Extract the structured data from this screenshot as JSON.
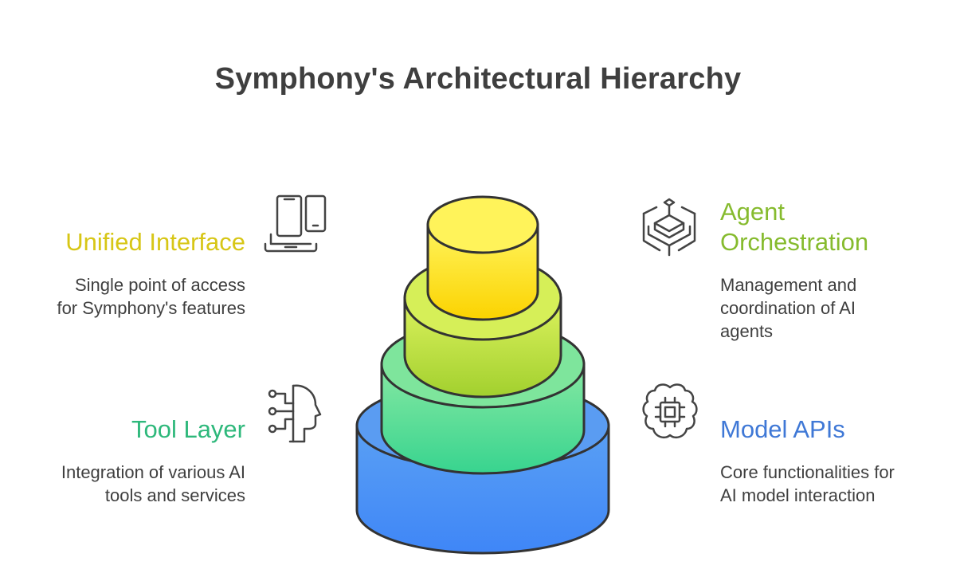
{
  "title": "Symphony's Architectural Hierarchy",
  "layers": [
    {
      "heading": "Unified Interface",
      "description_lines": [
        "Single point of access",
        "for Symphony's features"
      ],
      "color": "#d9c814",
      "icon": "devices-icon"
    },
    {
      "heading_lines": [
        "Agent",
        "Orchestration"
      ],
      "description_lines": [
        "Management and",
        "coordination of AI",
        "agents"
      ],
      "color": "#8bbf2c",
      "icon": "layers-network-icon"
    },
    {
      "heading": "Tool Layer",
      "description_lines": [
        "Integration of various AI",
        "tools and services"
      ],
      "color": "#2fb97a",
      "icon": "ai-head-icon"
    },
    {
      "heading": "Model APIs",
      "description_lines": [
        "Core functionalities for",
        "AI model interaction"
      ],
      "color": "#3f78d9",
      "icon": "brain-chip-icon"
    }
  ],
  "tier_colors": {
    "top": [
      "#fff25a",
      "#fbd400"
    ],
    "second": [
      "#d8f05a",
      "#a6d22f"
    ],
    "third": [
      "#7be59a",
      "#3fd68f"
    ],
    "bottom": [
      "#5ea2f4",
      "#3f86f6"
    ]
  }
}
